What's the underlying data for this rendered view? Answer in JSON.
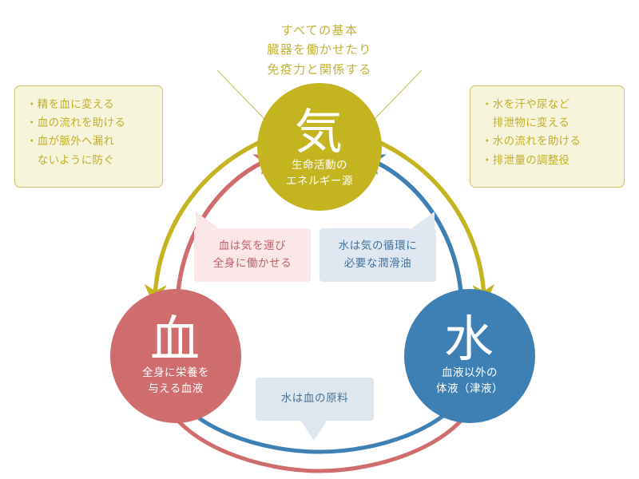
{
  "palette": {
    "qi": "#c4b520",
    "blood": "#cf6c6e",
    "water": "#3e7fb4",
    "callout_bg": "#f7f4dc",
    "callout_border": "#cfc56a",
    "callout_text": "#bfae27",
    "rel_blood_bg": "#fbe6e8",
    "rel_blood_text": "#c0606a",
    "rel_water_bg": "#dfe8f1",
    "rel_water_text": "#40719c",
    "rel_origin_bg": "#dfe7ee",
    "rel_origin_text": "#4a7296",
    "background": "#ffffff"
  },
  "top_note": "すべての基本\n臓器を働かせたり\n免疫力と関係する",
  "nodes": {
    "qi": {
      "glyph": "気",
      "caption": "生命活動の\nエネルギー源"
    },
    "blood": {
      "glyph": "血",
      "caption": "全身に栄養を\n与える血液"
    },
    "water": {
      "glyph": "水",
      "caption": "血液以外の\n体液（津液）"
    }
  },
  "callouts": {
    "left": "・精を血に変える\n・血の流れを助ける\n・血が脈外へ漏れ\n　ないように防ぐ",
    "right": "・水を汗や尿など\n　排泄物に変える\n・水の流れを助ける\n・排泄量の調整役"
  },
  "relations": {
    "blood_to_qi": "血は気を運び\n全身に働かせる",
    "water_to_qi": "水は気の循環に\n必要な潤滑油",
    "water_to_blood": "水は血の原料"
  },
  "arrows": [
    {
      "name": "qi-to-blood",
      "color": "#c4b520",
      "from": "気",
      "to": "血"
    },
    {
      "name": "blood-to-qi",
      "color": "#cf6c6e",
      "from": "血",
      "to": "気"
    },
    {
      "name": "qi-to-water",
      "color": "#c4b520",
      "from": "気",
      "to": "水"
    },
    {
      "name": "water-to-qi",
      "color": "#3e7fb4",
      "from": "水",
      "to": "気"
    },
    {
      "name": "blood-water-outer",
      "color": "#cf6c6e",
      "from": "血",
      "to": "水"
    },
    {
      "name": "blood-water-inner",
      "color": "#3e7fb4",
      "from": "水",
      "to": "血"
    }
  ]
}
